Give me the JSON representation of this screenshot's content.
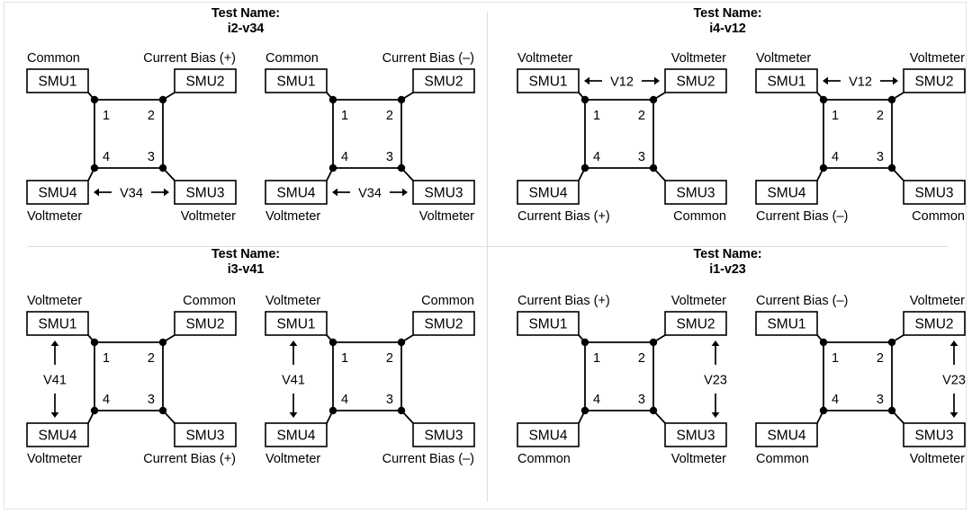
{
  "panel": {
    "border_color": "#e3e3e3",
    "divider_color": "#dcdcdc",
    "background": "#ffffff",
    "line_color": "#000000"
  },
  "title_prefix": "Test Name:",
  "labels": {
    "common": "Common",
    "current_bias_pos": "Current Bias (+)",
    "current_bias_neg": "Current Bias (–)",
    "voltmeter": "Voltmeter",
    "smu1": "SMU1",
    "smu2": "SMU2",
    "smu3": "SMU3",
    "smu4": "SMU4",
    "node1": "1",
    "node2": "2",
    "node3": "3",
    "node4": "4"
  },
  "quadrants": [
    {
      "id": "i2-v34",
      "test_name": "i2-v34",
      "measure_label": "V34",
      "measure_orientation": "horizontal-bottom",
      "diagrams": [
        {
          "polarity": "+",
          "roles": {
            "smu1": "Common",
            "smu2": "Current Bias (+)",
            "smu3": "Voltmeter",
            "smu4": "Voltmeter"
          },
          "measure": "V34"
        },
        {
          "polarity": "–",
          "roles": {
            "smu1": "Common",
            "smu2": "Current Bias (–)",
            "smu3": "Voltmeter",
            "smu4": "Voltmeter"
          },
          "measure": "V34"
        }
      ]
    },
    {
      "id": "i4-v12",
      "test_name": "i4-v12",
      "measure_label": "V12",
      "measure_orientation": "horizontal-top",
      "diagrams": [
        {
          "polarity": "+",
          "roles": {
            "smu1": "Voltmeter",
            "smu2": "Voltmeter",
            "smu3": "Common",
            "smu4": "Current Bias (+)"
          },
          "measure": "V12"
        },
        {
          "polarity": "–",
          "roles": {
            "smu1": "Voltmeter",
            "smu2": "Voltmeter",
            "smu3": "Common",
            "smu4": "Current Bias (–)"
          },
          "measure": "V12"
        }
      ]
    },
    {
      "id": "i3-v41",
      "test_name": "i3-v41",
      "measure_label": "V41",
      "measure_orientation": "vertical-left",
      "diagrams": [
        {
          "polarity": "+",
          "roles": {
            "smu1": "Voltmeter",
            "smu2": "Common",
            "smu3": "Current Bias (+)",
            "smu4": "Voltmeter"
          },
          "measure": "V41"
        },
        {
          "polarity": "–",
          "roles": {
            "smu1": "Voltmeter",
            "smu2": "Common",
            "smu3": "Current Bias (–)",
            "smu4": "Voltmeter"
          },
          "measure": "V41"
        }
      ]
    },
    {
      "id": "i1-v23",
      "test_name": "i1-v23",
      "measure_label": "V23",
      "measure_orientation": "vertical-right",
      "diagrams": [
        {
          "polarity": "+",
          "roles": {
            "smu1": "Current Bias (+)",
            "smu2": "Voltmeter",
            "smu3": "Voltmeter",
            "smu4": "Common"
          },
          "measure": "V23"
        },
        {
          "polarity": "–",
          "roles": {
            "smu1": "Current Bias (–)",
            "smu2": "Voltmeter",
            "smu3": "Voltmeter",
            "smu4": "Common"
          },
          "measure": "V23"
        }
      ]
    }
  ]
}
